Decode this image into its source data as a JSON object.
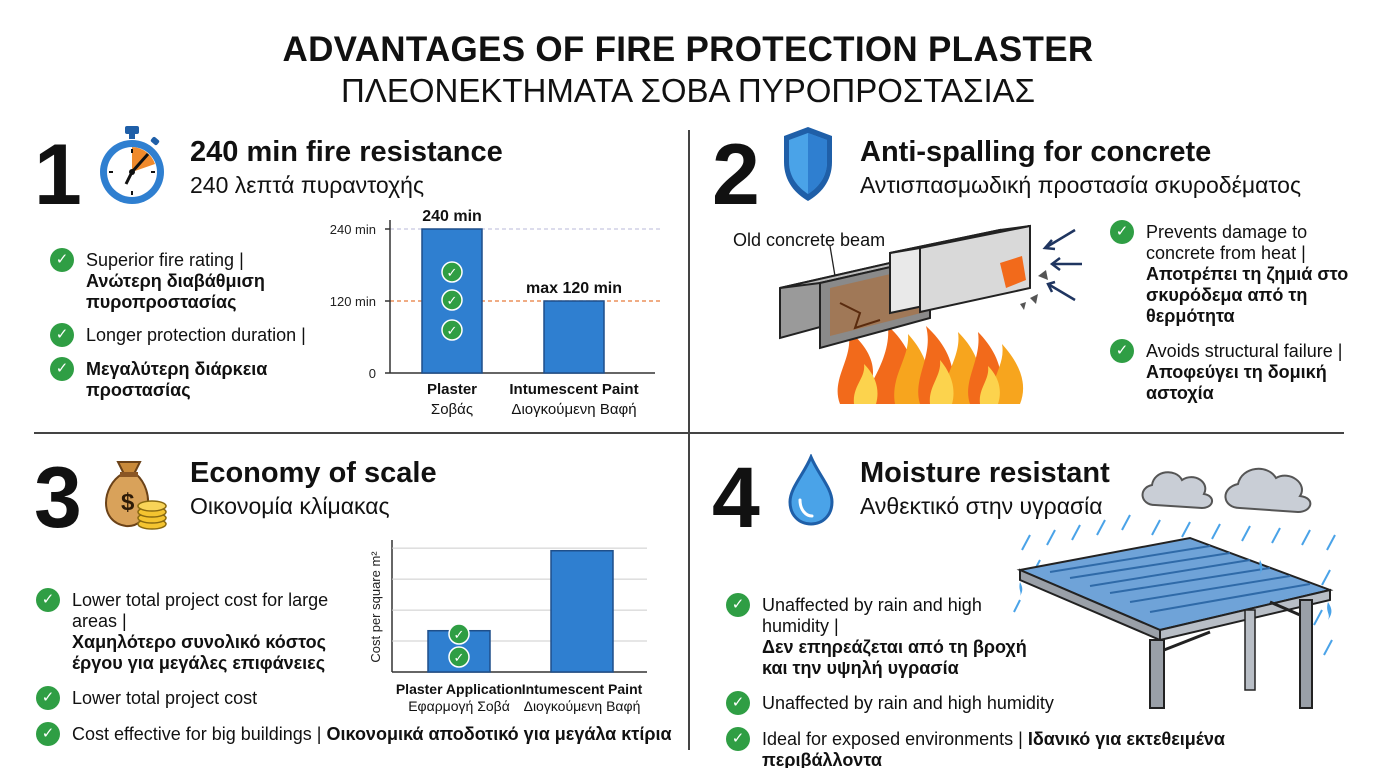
{
  "header": {
    "title_en": "ADVANTAGES OF FIRE PROTECTION PLASTER",
    "title_gr": "ΠΛΕΟΝΕΚΤΗΜΑΤΑ ΣΟΒΑ ΠΥΡΟΠΡΟΣΤΑΣΙΑΣ"
  },
  "colors": {
    "bar_blue": "#2f7fd0",
    "check_green": "#2f9e44",
    "reference_orange": "#e87a3a"
  },
  "s1": {
    "number": "1",
    "icon": "stopwatch-icon",
    "title_en": "240 min fire resistance",
    "title_gr": "240 λεπτά πυραντοχής",
    "bullets": [
      {
        "en": "Superior fire rating |",
        "gr": "Ανώτερη διαβάθμιση πυροπροστασίας"
      },
      {
        "en": "Longer protection duration |",
        "gr": ""
      },
      {
        "en": "",
        "gr": "Μεγαλύτερη διάρκεια προστασίας"
      }
    ]
  },
  "s2": {
    "number": "2",
    "icon": "shield-icon",
    "title_en": "Anti-spalling for concrete",
    "title_gr": "Αντισπασμωδική προστασία σκυροδέματος",
    "callout": "Old concrete beam",
    "bullets": [
      {
        "en": "Prevents damage to concrete from heat |",
        "gr": "Αποτρέπει τη ζημιά στο σκυρόδεμα από τη θερμότητα"
      },
      {
        "en": "Avoids structural failure |",
        "gr": "Αποφεύγει τη δομική αστοχία"
      }
    ]
  },
  "s3": {
    "number": "3",
    "icon": "money-bag-icon",
    "title_en": "Economy of scale",
    "title_gr": "Οικονομία κλίμακας",
    "bullets": [
      {
        "en": "Lower total project cost for large areas |",
        "gr": "Χαμηλότερο συνολικό κόστος έργου για μεγάλες επιφάνειες"
      },
      {
        "en": "Lower total project cost",
        "gr": ""
      },
      {
        "en": "Cost effective for big buildings |",
        "gr": "Οικονομικά αποδοτικό για μεγάλα κτίρια"
      }
    ]
  },
  "s4": {
    "number": "4",
    "icon": "water-drop-icon",
    "title_en": "Moisture resistant",
    "title_gr": "Ανθεκτικό στην υγρασία",
    "bullets": [
      {
        "en": "Unaffected by rain and high humidity |",
        "gr": "Δεν επηρεάζεται από τη βροχή και την υψηλή υγρασία"
      },
      {
        "en": "Unaffected by rain and high humidity",
        "gr": ""
      },
      {
        "en": "Ideal for exposed environments |",
        "gr": "Ιδανικό για εκτεθειμένα περιβάλλοντα"
      }
    ]
  },
  "chart_data": [
    {
      "type": "bar",
      "categories": [
        "Plaster",
        "Intumescent Paint"
      ],
      "categories_gr": [
        "Σοβάς",
        "Διογκούμενη Βαφή"
      ],
      "values": [
        240,
        120
      ],
      "data_labels": [
        "240 min",
        "max 120 min"
      ],
      "y_ticks": [
        "240 min",
        "120 min",
        "0"
      ],
      "ylim": [
        0,
        240
      ],
      "reference_lines": [
        240,
        120
      ]
    },
    {
      "type": "bar",
      "categories": [
        "Plaster Application",
        "Intumescent Paint"
      ],
      "categories_gr": [
        "Εφαρμογή Σοβά",
        "Διογκούμενη Βαφή"
      ],
      "values": [
        1.6,
        4.7
      ],
      "ylabel": "Cost per square m²",
      "ylim": [
        0,
        5
      ],
      "grid": true
    }
  ]
}
